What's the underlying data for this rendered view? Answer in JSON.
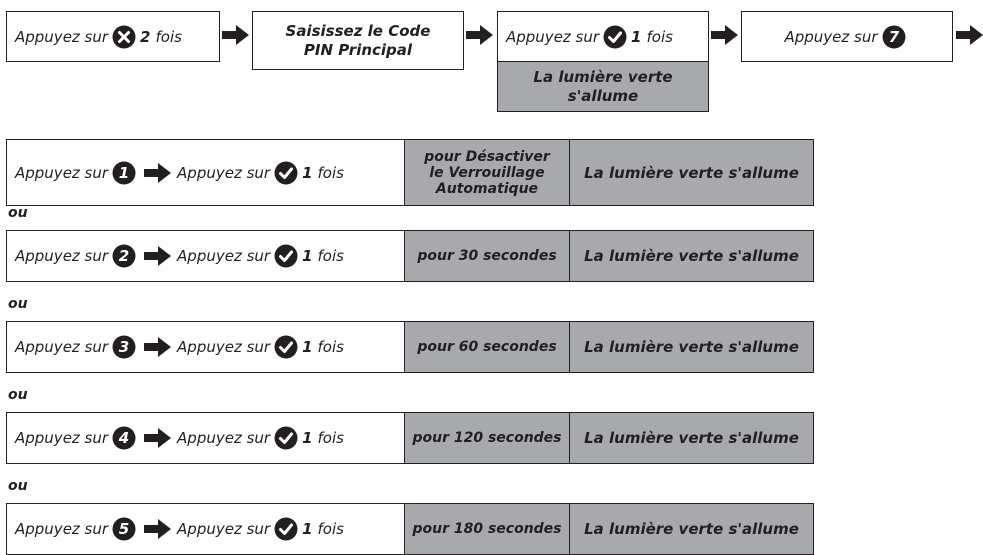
{
  "top_flow": {
    "step1": {
      "prefix": "Appuyez sur",
      "icon": "x-circle-icon",
      "count": "2",
      "suffix": "fois"
    },
    "step2": {
      "line1": "Saisissez le Code",
      "line2": "PIN Principal"
    },
    "step3": {
      "prefix": "Appuyez sur",
      "icon": "check-circle-icon",
      "count": "1",
      "suffix": "fois",
      "note_line1": "La lumière verte",
      "note_line2": "s'allume"
    },
    "step4": {
      "prefix": "Appuyez sur",
      "icon": "number-7-icon",
      "digit": "7"
    }
  },
  "options": [
    {
      "prefix": "Appuyez sur",
      "digit": "1",
      "prefix2": "Appuyez sur",
      "count": "1",
      "suffix": "fois",
      "duration_lines": [
        "pour Désactiver",
        "le Verrouillage",
        "Automatique"
      ],
      "result": "La lumière verte s'allume"
    },
    {
      "prefix": "Appuyez sur",
      "digit": "2",
      "prefix2": "Appuyez sur",
      "count": "1",
      "suffix": "fois",
      "duration_lines": [
        "pour 30 secondes"
      ],
      "result": "La lumière verte s'allume"
    },
    {
      "prefix": "Appuyez sur",
      "digit": "3",
      "prefix2": "Appuyez sur",
      "count": "1",
      "suffix": "fois",
      "duration_lines": [
        "pour 60 secondes"
      ],
      "result": "La lumière verte s'allume"
    },
    {
      "prefix": "Appuyez sur",
      "digit": "4",
      "prefix2": "Appuyez sur",
      "count": "1",
      "suffix": "fois",
      "duration_lines": [
        "pour 120 secondes"
      ],
      "result": "La lumière verte s'allume"
    },
    {
      "prefix": "Appuyez sur",
      "digit": "5",
      "prefix2": "Appuyez sur",
      "count": "1",
      "suffix": "fois",
      "duration_lines": [
        "pour 180 secondes"
      ],
      "result": "La lumière verte s'allume"
    }
  ],
  "separator": "ou",
  "colors": {
    "ink": "#231f20",
    "grey_fill": "#a7a9ac",
    "background": "#ffffff"
  }
}
